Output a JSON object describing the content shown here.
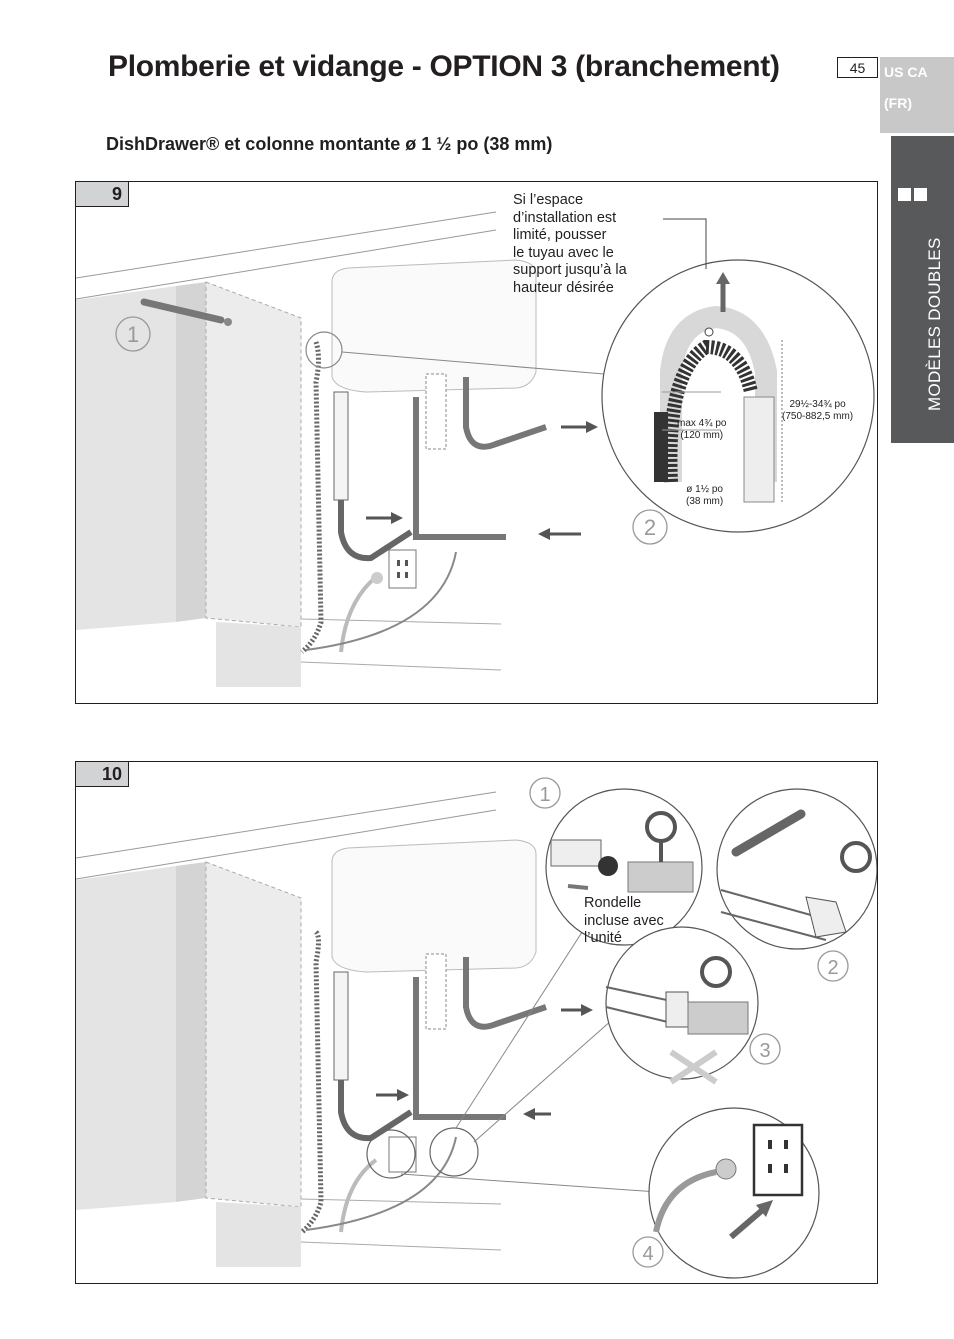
{
  "header": {
    "title": "Plomberie et vidange - OPTION 3 (branchement)",
    "page_number": "45",
    "region_line1": "US CA",
    "region_line2": "(FR)"
  },
  "side_tab": {
    "label": "MODÈLES DOUBLES"
  },
  "subtitle": "DishDrawer® et colonne montante ø 1 ½ po (38 mm)",
  "figure9": {
    "number": "9",
    "note_lines": [
      "Si l’espace",
      "d’installation est",
      "limité, pousser",
      "le tuyau avec le",
      "support jusqu’à la",
      "hauteur désirée"
    ],
    "step1": "1",
    "step2": "2",
    "dim_height_line1": "29½-34¾ po",
    "dim_height_line2": "(750-882,5 mm)",
    "dim_max_line1": "max 4¾ po",
    "dim_max_line2": "(120 mm)",
    "dim_diam_line1": "ø 1½ po",
    "dim_diam_line2": "(38 mm)"
  },
  "figure10": {
    "number": "10",
    "washer_lines": [
      "Rondelle",
      "incluse avec",
      "l’unité"
    ],
    "step1": "1",
    "step2": "2",
    "step3": "3",
    "step4": "4"
  }
}
